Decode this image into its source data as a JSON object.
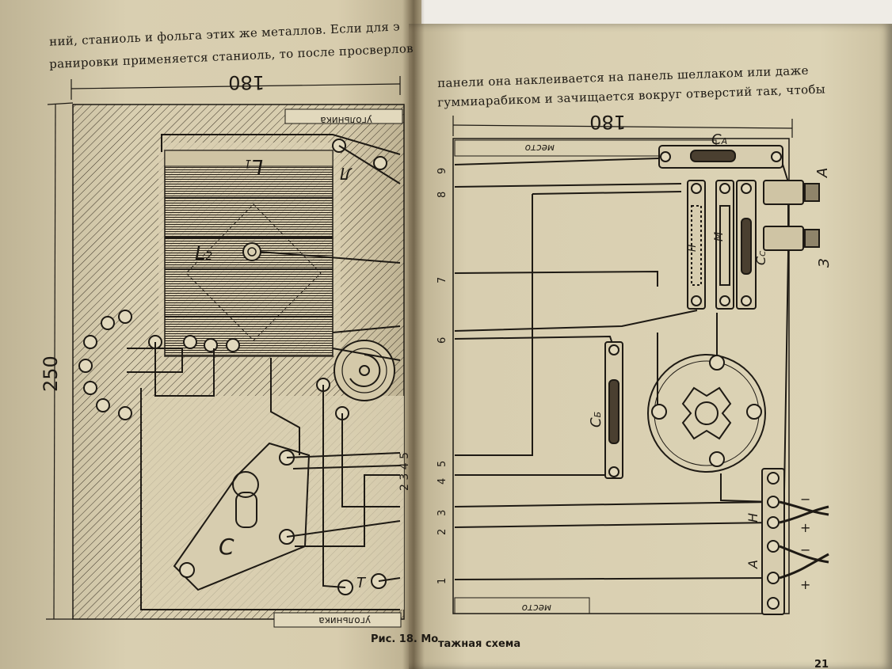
{
  "left_page": {
    "line1": "ний, станиоль и фольга этих же металлов. Если для э",
    "line2": "ранировки применяется станиоль, то после просверлов",
    "caption": "Рис. 18. Мо",
    "dimension_width": "180",
    "dimension_height": "250",
    "corner_label_top": "угольника",
    "corner_label_bottom": "угольника",
    "labels": {
      "L1": "L",
      "L1_sub": "1",
      "L2": "L",
      "L2_sub": "2",
      "C": "C",
      "terminal_top": "Л",
      "terminal_bottom": "Т",
      "edge_numbers": "2 3 4 5"
    }
  },
  "right_page": {
    "line1": "панели она наклеивается на панель шеллаком или даже",
    "line2": "гуммиарабиком и зачищается вокруг отверстий так, чтобы",
    "caption": "тажная схема",
    "page_number": "21",
    "dimension_width": "180",
    "place_label_top": "место",
    "place_label_bottom": "место",
    "labels": {
      "CA": "C",
      "CA_sub": "А",
      "CC": "C",
      "CC_sub": "С",
      "CB": "C",
      "CB_sub": "Б",
      "M": "М",
      "H_small": "Н",
      "A_top": "А",
      "Z": "З",
      "H": "Н",
      "A_bottom": "А"
    },
    "wire_numbers": [
      "9",
      "8",
      "7",
      "6",
      "5",
      "4",
      "3",
      "2",
      "1"
    ],
    "polarity": [
      "−",
      "+",
      "−",
      "+"
    ]
  }
}
